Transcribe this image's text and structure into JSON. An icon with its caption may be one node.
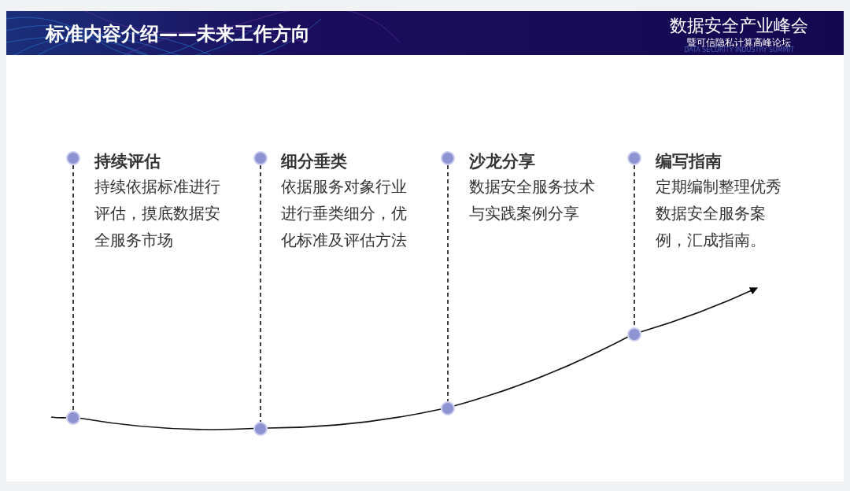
{
  "diagram": {
    "title": "标准内容介绍——未来工作方向",
    "nodes": [
      {
        "text": [
          "持续评估",
          "持续依据标准进行评估，摸底数据安全服务市场"
        ]
      },
      {
        "text": [
          "细分垂类",
          "依据服务对象行业进行垂类细分，优化标准及评估方法"
        ]
      },
      {
        "text": [
          "沙龙分享",
          "数据安全服务技术与实践案例分享"
        ]
      },
      {
        "text": [
          "编写指南",
          "定期编制整理优秀数据安全服务案例，汇成指南。"
        ]
      },
      {
        "text": [],
        "shape": "circle"
      },
      {
        "text": [],
        "shape": "circle"
      },
      {
        "text": [],
        "shape": "circle"
      },
      {
        "text": [],
        "shape": "circle"
      },
      {
        "text": [],
        "shape": "circle"
      },
      {
        "text": [],
        "shape": "circle"
      },
      {
        "text": [],
        "shape": "circle"
      },
      {
        "text": [],
        "shape": "circle"
      }
    ],
    "edges": [
      {
        "from": 4,
        "to": 8,
        "arrow": "none",
        "style": "dashed"
      },
      {
        "from": 5,
        "to": 9,
        "arrow": "none",
        "style": "dashed"
      },
      {
        "from": 6,
        "to": 10,
        "arrow": "none",
        "style": "dashed"
      },
      {
        "from": 7,
        "to": 11,
        "arrow": "none",
        "style": "dashed"
      },
      {
        "from": null,
        "to": 8,
        "arrow": "none"
      },
      {
        "from": 8,
        "to": 9,
        "arrow": "none"
      },
      {
        "from": 9,
        "to": 10,
        "arrow": "none"
      },
      {
        "from": 10,
        "to": 11,
        "arrow": "none"
      },
      {
        "from": 11,
        "to": null,
        "arrow": "to"
      }
    ],
    "labels": [
      "数据安全产业峰会",
      "暨可信隐私计算高峰论坛",
      "DATA SECURITY INDUSTRY SUMMIT"
    ]
  }
}
